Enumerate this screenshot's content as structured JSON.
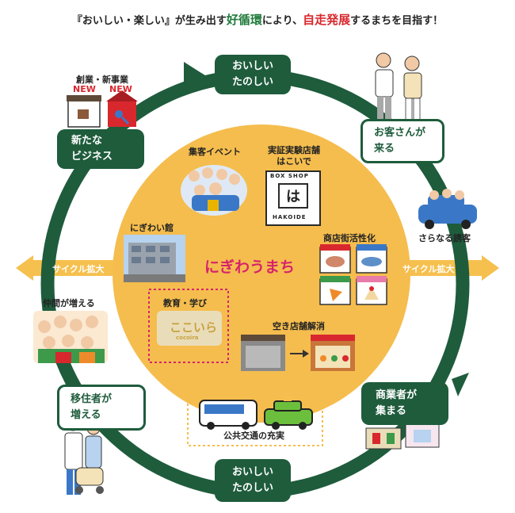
{
  "title": {
    "pre": "『おいしい・楽しい』が生み出す",
    "accent1": "好循環",
    "mid": "により、",
    "accent2": "自走発展",
    "post": "するまちを目指す！"
  },
  "cycle": {
    "top_line1": "おいしい",
    "top_line2": "たのしい",
    "bottom_line1": "おいしい",
    "bottom_line2": "たのしい",
    "new_business_line1": "新たな",
    "new_business_line2": "ビジネス",
    "customers_line1": "お客さんが",
    "customers_line2": "来る",
    "merchants_line1": "商業者が",
    "merchants_line2": "集まる",
    "migrants_line1": "移住者が",
    "migrants_line2": "増える"
  },
  "labels": {
    "startup": "創業・新事業",
    "new1": "NEW",
    "new2": "NEW",
    "more_visitors": "さらなる誘客",
    "friends": "仲間が増える",
    "cycle_left": "サイクル拡大",
    "cycle_right": "サイクル拡大"
  },
  "center": {
    "title": "にぎわうまち",
    "event": "集客イベント",
    "shop_line1": "実証実験店舗",
    "shop_line2": "はこいで",
    "shop_sign_top": "BOX SHOP",
    "shop_sign_char": "は",
    "shop_sign_bottom": "HAKOIDE",
    "nigiwai": "にぎわい館",
    "shotengai": "商店街活性化",
    "education": "教育・学び",
    "kokoira": "ここいら",
    "kokoira_sub": "cocoira",
    "vacant": "空き店舗解消",
    "transport": "公共交通の充実"
  },
  "colors": {
    "ring": "#1e5c3c",
    "circle": "#f5bd4e",
    "side_arrow": "#f6c04f",
    "accent_green": "#1f7a3a",
    "accent_red": "#d8282e",
    "center_title": "#d6246b"
  }
}
